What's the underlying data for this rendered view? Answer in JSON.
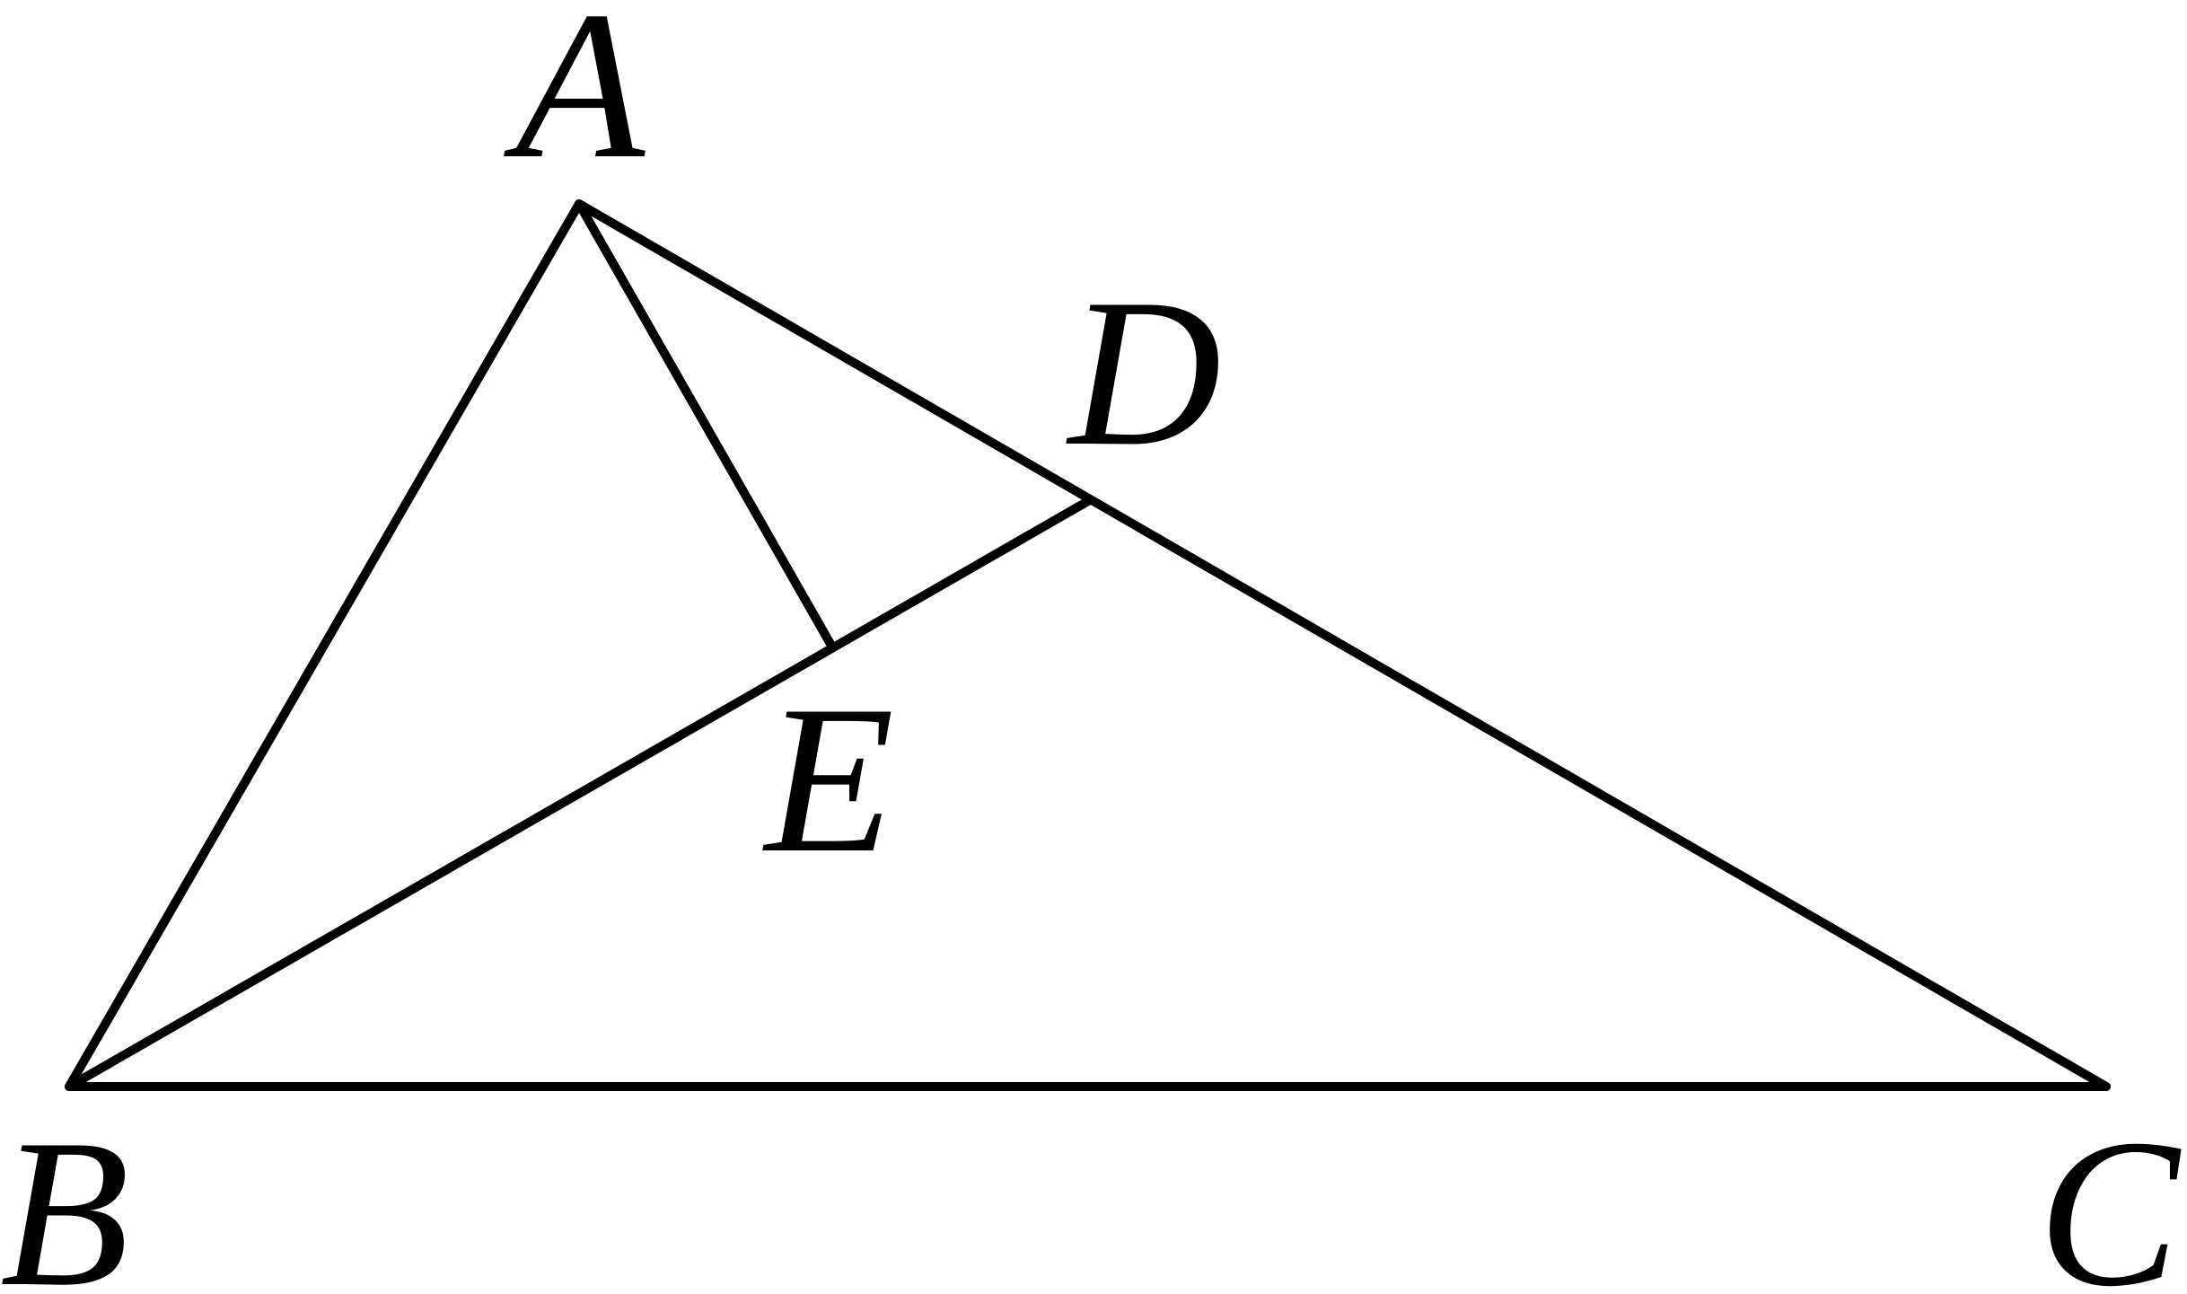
{
  "labels": {
    "A": "A",
    "B": "B",
    "C": "C",
    "D": "D",
    "E": "E"
  },
  "colors": {
    "stroke": "#000000",
    "background": "#ffffff"
  }
}
